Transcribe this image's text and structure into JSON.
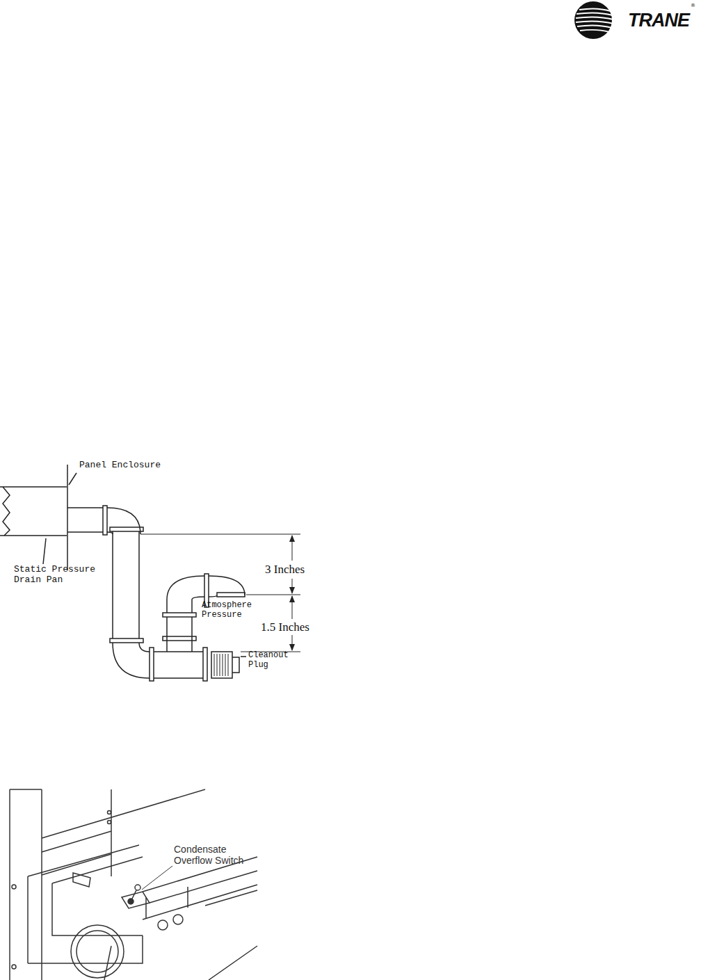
{
  "diagram": {
    "labels": [
      "TRANE",
      "®",
      "Panel Enclosure",
      "Static Pressure Drain Pan",
      "3 Inches",
      "1.5 Inches",
      "Atmosphere Pressure",
      "Cleanout Plug",
      "Condensate Overflow Switch"
    ]
  }
}
